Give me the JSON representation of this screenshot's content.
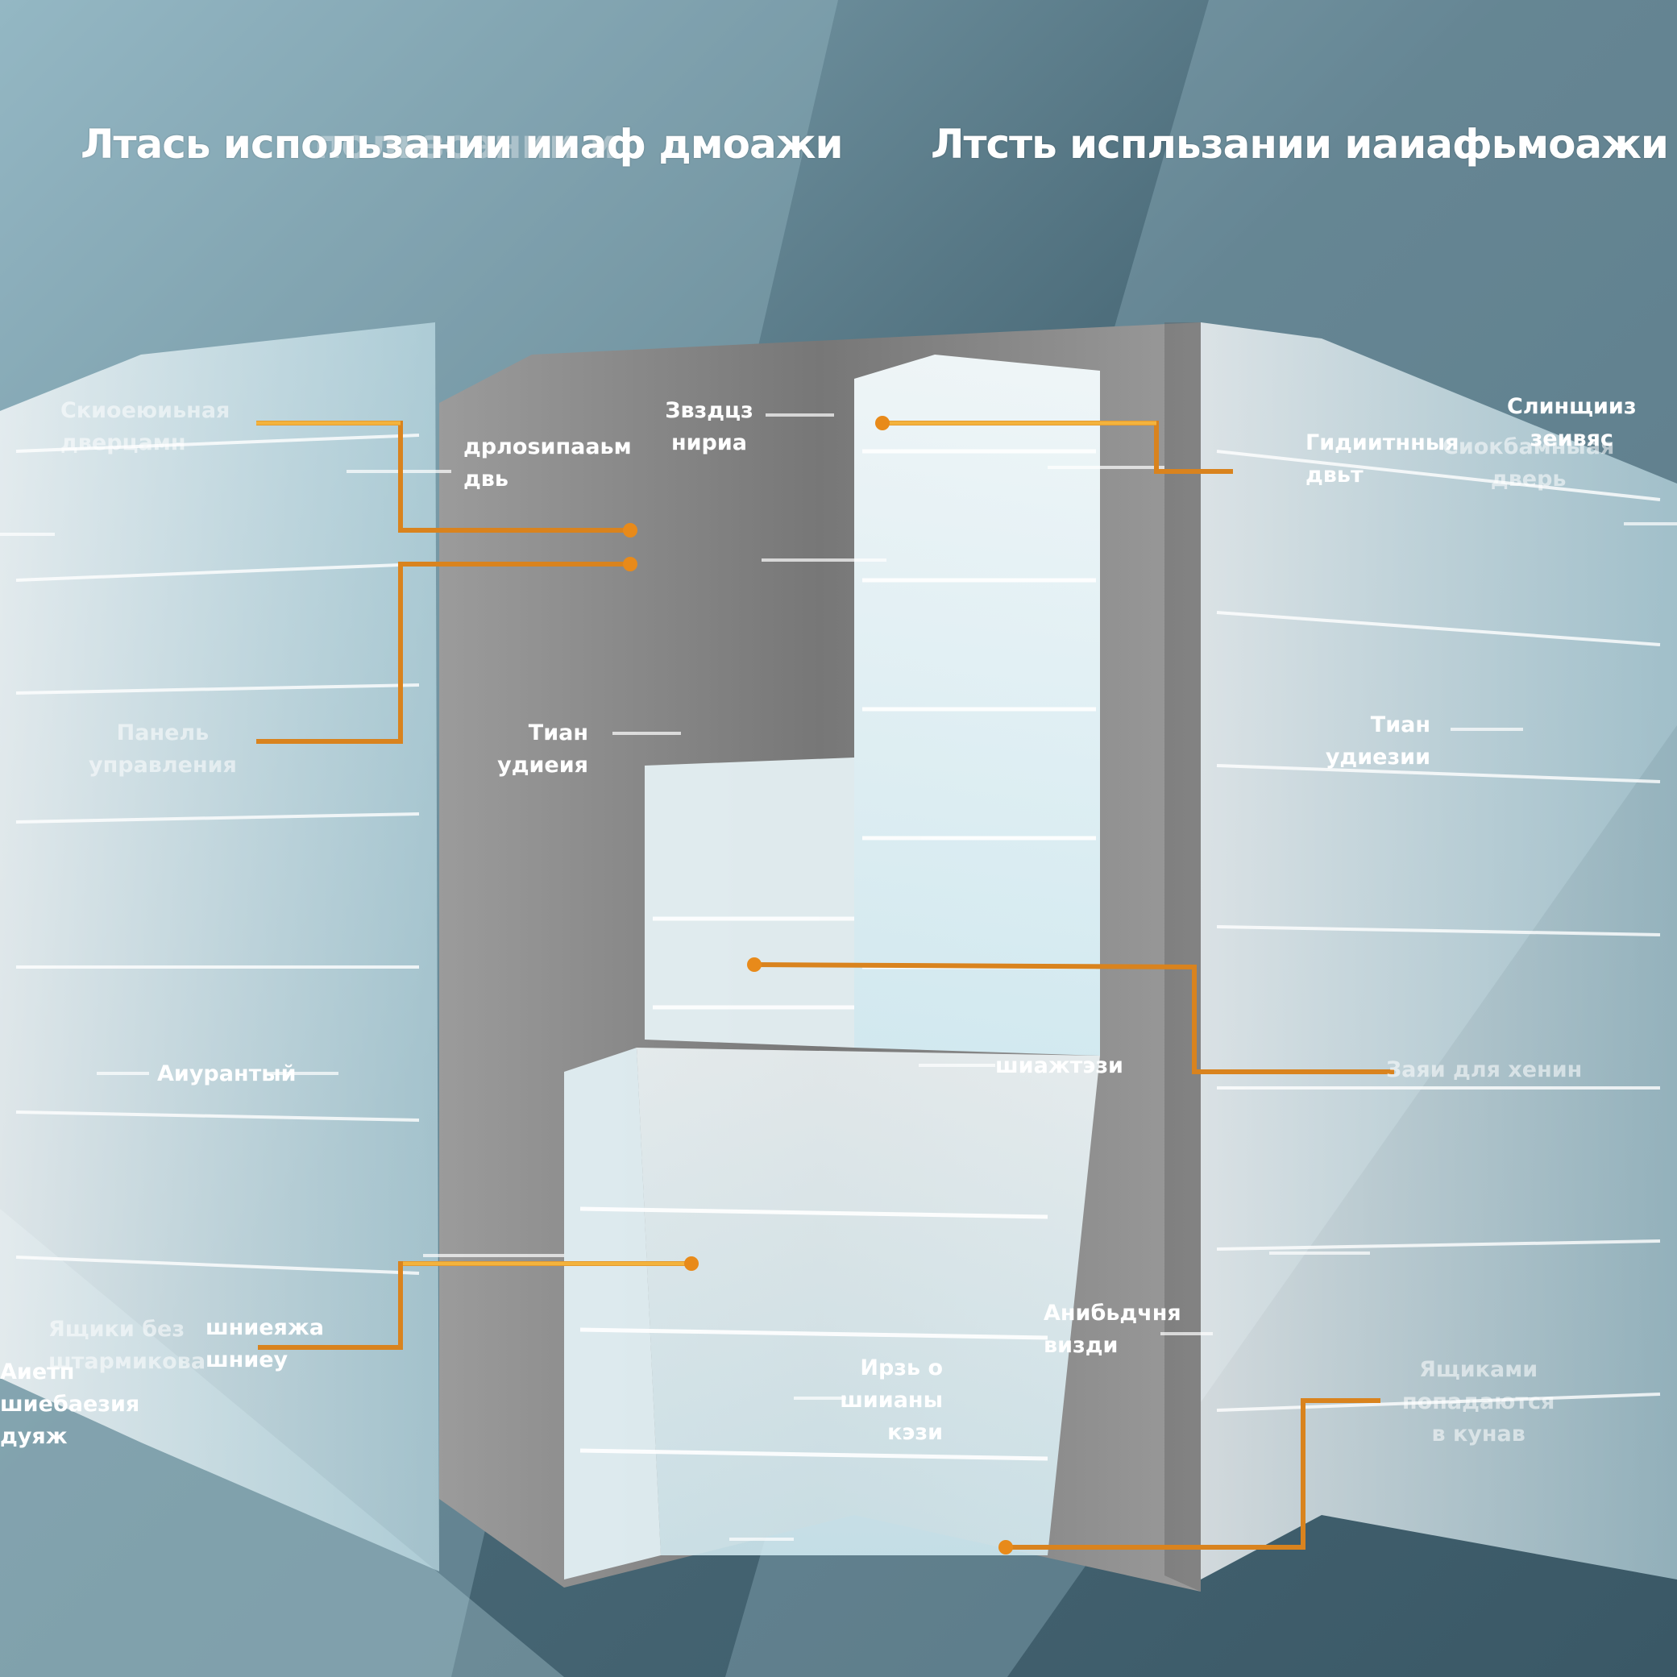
{
  "titles": {
    "left": "Лтась использании ииаф дмоажи",
    "right": "Лтсть испльзании иаиафьмоажи",
    "ghost": "пользоэнии и"
  },
  "callouts": {
    "left_top_1": "Скиоеюиьная\nдверцамн",
    "left_top_2": "дрлоsипааьм\nдвь",
    "left_mid": "Панель\nуправления",
    "left_mid_2": "Тиан\nудиеия",
    "left_shelf": "Аиурантый",
    "left_bottom_1": "Ящики без\nштармикова",
    "left_bottom_2": "шниеяжа\nшниеу",
    "left_bottom_3": "Аиетп\nшиебаезия\nдуяж",
    "center_top": "Звздцз\nнириа",
    "center_bottom": "Ирзь о\nшиианы\nкэзи",
    "center_right": "шиажтэзи",
    "center_right_2": "Анибьдчня\nвизди",
    "right_top_1": "Слинщииз\nзеивяс",
    "right_top_2": "Гидиитнныя\nдвьт",
    "right_top_ghost": "Сиокбамныая\nдверь",
    "right_mid": "Тиан\nудиезии",
    "right_shelf": "Заяи для хенин",
    "right_bottom": "Ящиками\nпопадаются\nв кунав"
  },
  "colors": {
    "accent_line": "#f5a623",
    "accent_dark": "#d9831e",
    "cabinet_gray": "#8e8e8e",
    "frost": "#e8f6fa"
  }
}
